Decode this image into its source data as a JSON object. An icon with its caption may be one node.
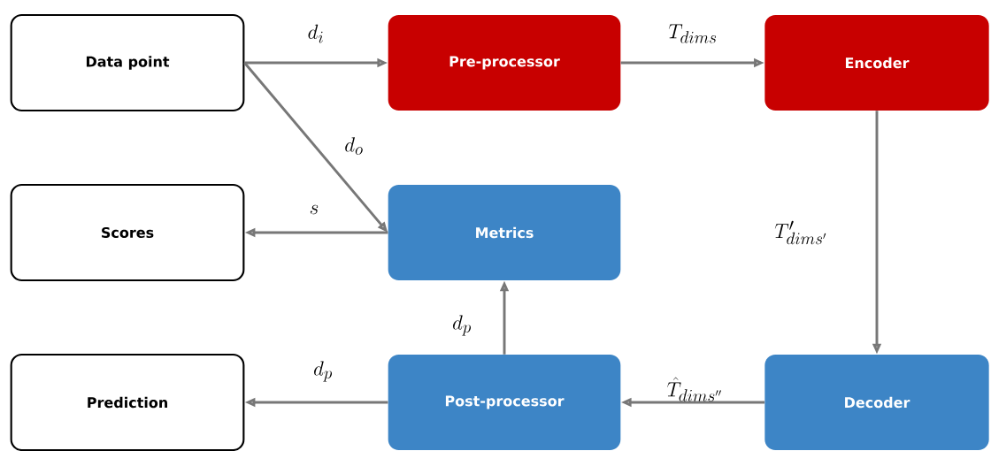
{
  "diagram": {
    "nodes": [
      {
        "text": [
          "Data point"
        ]
      },
      {
        "text": [
          "Pre-processor"
        ]
      },
      {
        "text": [
          "Encoder"
        ]
      },
      {
        "text": [
          "Scores"
        ]
      },
      {
        "text": [
          "Metrics"
        ]
      },
      {
        "text": [
          "Prediction"
        ]
      },
      {
        "text": [
          "Post-processor"
        ]
      },
      {
        "text": [
          "Decoder"
        ]
      }
    ],
    "edges": [
      {
        "from": 0,
        "to": 1,
        "arrow": "to",
        "label": "d_i"
      },
      {
        "from": 1,
        "to": 2,
        "arrow": "to",
        "label": "T_{dims}"
      },
      {
        "from": 0,
        "to": 4,
        "arrow": "to",
        "label": "d_o"
      },
      {
        "from": 4,
        "to": 3,
        "arrow": "to",
        "label": "s"
      },
      {
        "from": 2,
        "to": 7,
        "arrow": "to",
        "label": "T'_{dims'}"
      },
      {
        "from": 7,
        "to": 6,
        "arrow": "to",
        "label": "\\hat{T}_{dims''}"
      },
      {
        "from": 6,
        "to": 4,
        "arrow": "to",
        "label": "d_p"
      },
      {
        "from": 6,
        "to": 5,
        "arrow": "to",
        "label": "d_p"
      }
    ]
  }
}
